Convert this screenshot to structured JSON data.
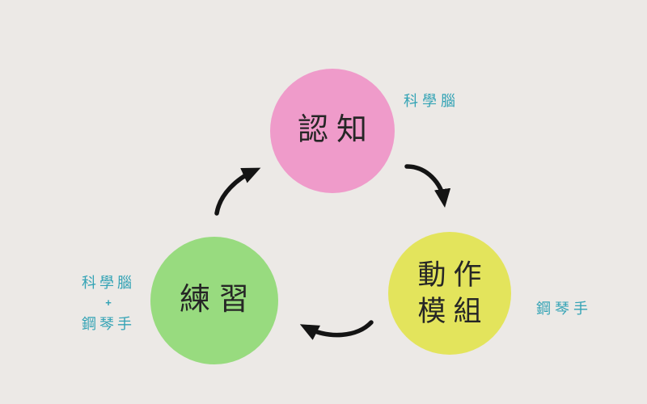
{
  "colors": {
    "background": "#ECE9E6",
    "node_cognition": "#EF9BCA",
    "node_action_module": "#E3E45C",
    "node_practice": "#98DB7F",
    "node_text": "#262626",
    "annotation_text": "#33A3B5",
    "arrow": "#141414"
  },
  "nodes": {
    "cognition": {
      "label": "認知"
    },
    "action_module": {
      "line1": "動作",
      "line2": "模組"
    },
    "practice": {
      "label": "練習"
    }
  },
  "annotations": {
    "cognition_side": "科學腦",
    "action_side": "鋼琴手",
    "practice_side": {
      "line1": "科學腦",
      "plus": "+",
      "line2": "鋼琴手"
    }
  }
}
